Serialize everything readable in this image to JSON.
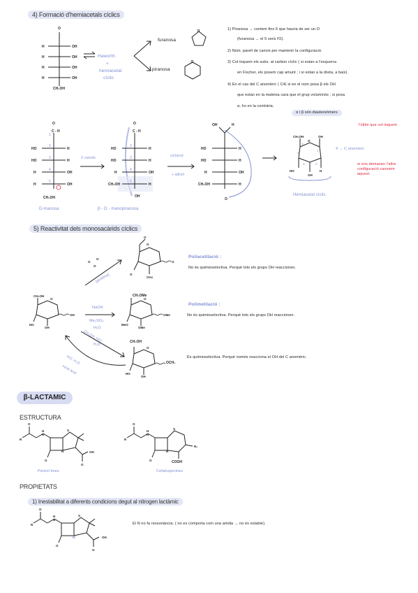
{
  "section4": {
    "title": "4) Formació d'hemiacetals cíclics",
    "furanosa": "furanosa",
    "piranosa": "piranosa",
    "haworth": "Haworth",
    "plus": "+",
    "hemiacetal": "hemiacetal",
    "ciclic": "cíclic",
    "ch2oh": "CH₂OH",
    "points": [
      "1) Piranosa → contem fins 6 que hauria de ser un O",
      "(furanosa → el 5 serà l'O).",
      "2) Núm. parell de canvis per mantenir la configuració.",
      "3) Col·loquem els subs. al carbon cíclic ( si estan a l'esquerra",
      "en Fischer, els posem cap amunt ; i si estan a la dreta, a baix).",
      "4) En el cas del C anomèric ( C4) si en el nom posa β els OH",
      "que estan en la mateixa cara que el grup voluminós ; si posa",
      "α, ho en la contrària."
    ],
    "anomers_note": "α i β són diastereòmers",
    "canvis": "2 canvis",
    "ciclacio": "ciclació",
    "ciclacio_sub": "+ adició",
    "mannose_label": "D-manosa",
    "manno_label": "β - D - manopiranosa",
    "anomeric": "4 → C anomèric",
    "hemiacetal_ciclic": "Hemiacetal cíclic",
    "red_note_1": "l'últim que col·loquem",
    "red_note_2": "si ens demanen l'altre configuració canviem aquest."
  },
  "section5": {
    "title": "5) Reactivitat dels monosacàrids cíclics",
    "poliacetilacio_title": "Poliacetilació :",
    "poliacetilacio_text": "No és quimioselectiva. Perquè tots els grups OH reaccionen.",
    "polimetilacio_title": "Polimetilació :",
    "polimetilacio_text": "No és quimioselectiva. Perquè tots els grups OH reaccionen.",
    "glicosid_text": "És quimioselectiva. Perquè només reacciona el OH del C anomèric.",
    "piridina": "(piridina)",
    "naoh": "NaOH",
    "me2so4": "Me₂SO₄",
    "h2o": "H₂O",
    "ch3oh_hcl": "CH₃OH, HCl",
    "hcl_h2o": "HCl, H₂O",
    "medi_acid": "medi àcid",
    "ch2oh": "CH₂OH",
    "ch2ome": "CH₂OMe",
    "och3": "OCH₃"
  },
  "blactamic": {
    "pill": "β-LACTAMIC",
    "estructura": "ESTRUCTURA",
    "penicillines": "Penicil·lines",
    "cefalosporines": "Cefalosporines",
    "cooh": "COOH",
    "propietats": "PROPIETATS",
    "prop1": "1) Inestabilitat a diferents condicions degut al nitrogen lactàmic",
    "prop1_note": "El N no fa ressonància. ( no es comporta com una amida → no és estable)."
  },
  "colors": {
    "accent_blue": "#7f8fd1",
    "highlight": "#e3e6f5",
    "pill": "#d8dcf2",
    "red": "#e0233c"
  }
}
